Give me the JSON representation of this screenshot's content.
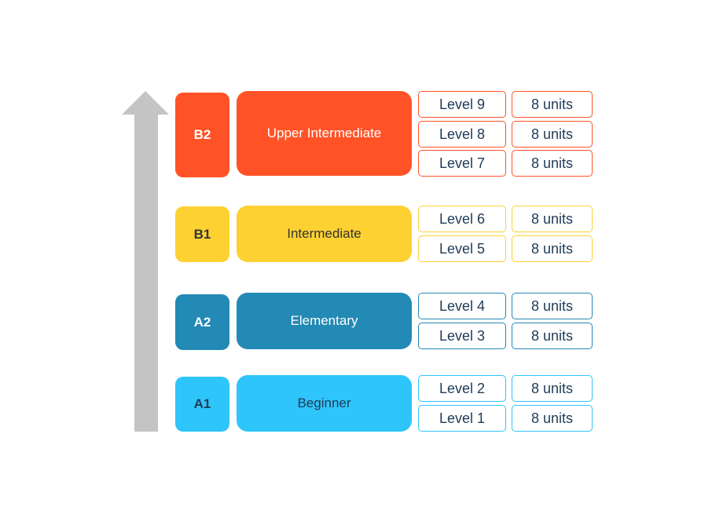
{
  "groups": [
    {
      "code": "B2",
      "name": "Upper Intermediate",
      "color": "#ff5327",
      "text_color": "#ffffff",
      "levels": [
        {
          "level": "Level 9",
          "units": "8 units"
        },
        {
          "level": "Level 8",
          "units": "8 units"
        },
        {
          "level": "Level 7",
          "units": "8 units"
        }
      ]
    },
    {
      "code": "B1",
      "name": "Intermediate",
      "color": "#fdd132",
      "text_color": "#333333",
      "levels": [
        {
          "level": "Level 6",
          "units": "8 units"
        },
        {
          "level": "Level 5",
          "units": "8 units"
        }
      ]
    },
    {
      "code": "A2",
      "name": "Elementary",
      "color": "#2389b5",
      "text_color": "#ffffff",
      "levels": [
        {
          "level": "Level 4",
          "units": "8 units"
        },
        {
          "level": "Level 3",
          "units": "8 units"
        }
      ]
    },
    {
      "code": "A1",
      "name": "Beginner",
      "color": "#2ec5fb",
      "text_color": "#1f3b57",
      "levels": [
        {
          "level": "Level 2",
          "units": "8 units"
        },
        {
          "level": "Level 1",
          "units": "8 units"
        }
      ]
    }
  ],
  "arrow_color": "#c4c4c4"
}
